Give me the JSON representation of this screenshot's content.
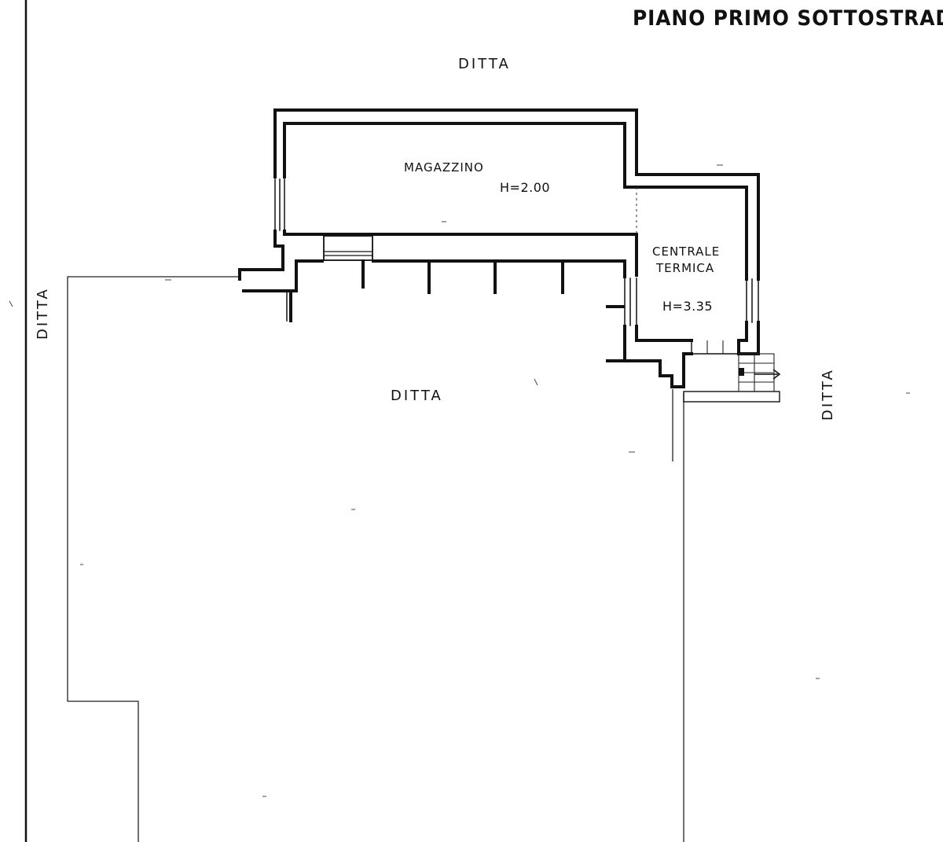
{
  "title": "PIANO PRIMO SOTTOSTRADA",
  "neighbors": {
    "top": "DITTA",
    "left": "DITTA",
    "center": "DITTA",
    "right": "DITTA"
  },
  "rooms": {
    "magazzino": {
      "name": "MAGAZZINO",
      "height": "H=2.00"
    },
    "centrale_termica": {
      "name_line1": "CENTRALE",
      "name_line2": "TERMICA",
      "height": "H=3.35"
    }
  }
}
